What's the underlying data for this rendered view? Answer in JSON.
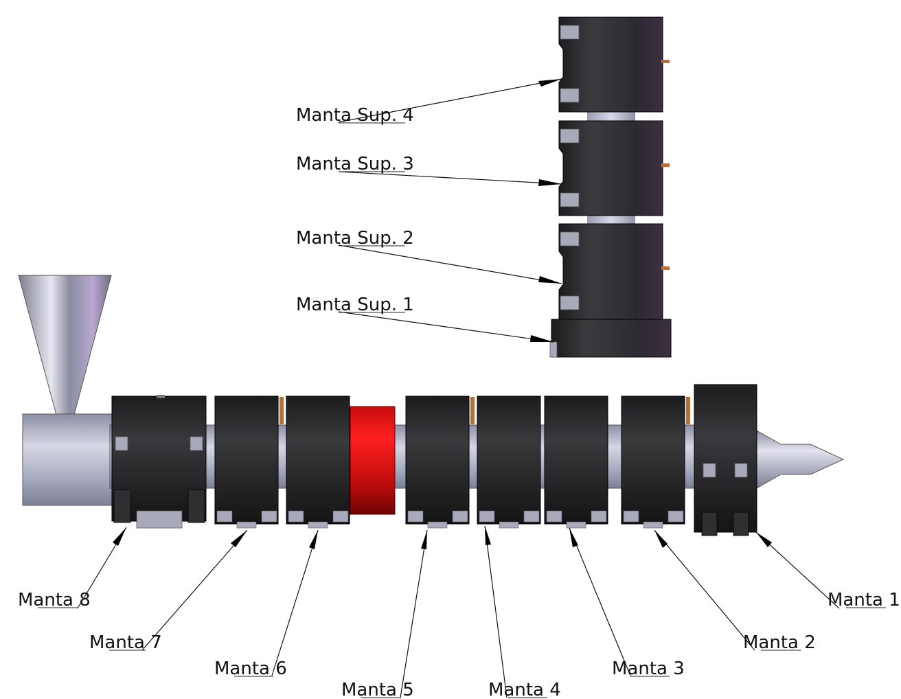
{
  "callouts_upper": [
    {
      "id": "sup4",
      "label": "Manta Sup. 4"
    },
    {
      "id": "sup3",
      "label": "Manta Sup. 3"
    },
    {
      "id": "sup2",
      "label": "Manta Sup. 2"
    },
    {
      "id": "sup1",
      "label": "Manta Sup. 1"
    }
  ],
  "callouts_lower": [
    {
      "id": "m8",
      "label": "Manta 8"
    },
    {
      "id": "m7",
      "label": "Manta 7"
    },
    {
      "id": "m6",
      "label": "Manta 6"
    },
    {
      "id": "m5",
      "label": "Manta 5"
    },
    {
      "id": "m4",
      "label": "Manta 4"
    },
    {
      "id": "m3",
      "label": "Manta 3"
    },
    {
      "id": "m2",
      "label": "Manta 2"
    },
    {
      "id": "m1",
      "label": "Manta 1"
    }
  ],
  "colors": {
    "heater_band": "#2a2a2c",
    "barrel": "#b4b6c8",
    "highlight_band": "#e01010",
    "terminal": "#b8703a",
    "clamp": "#a8aabb"
  }
}
